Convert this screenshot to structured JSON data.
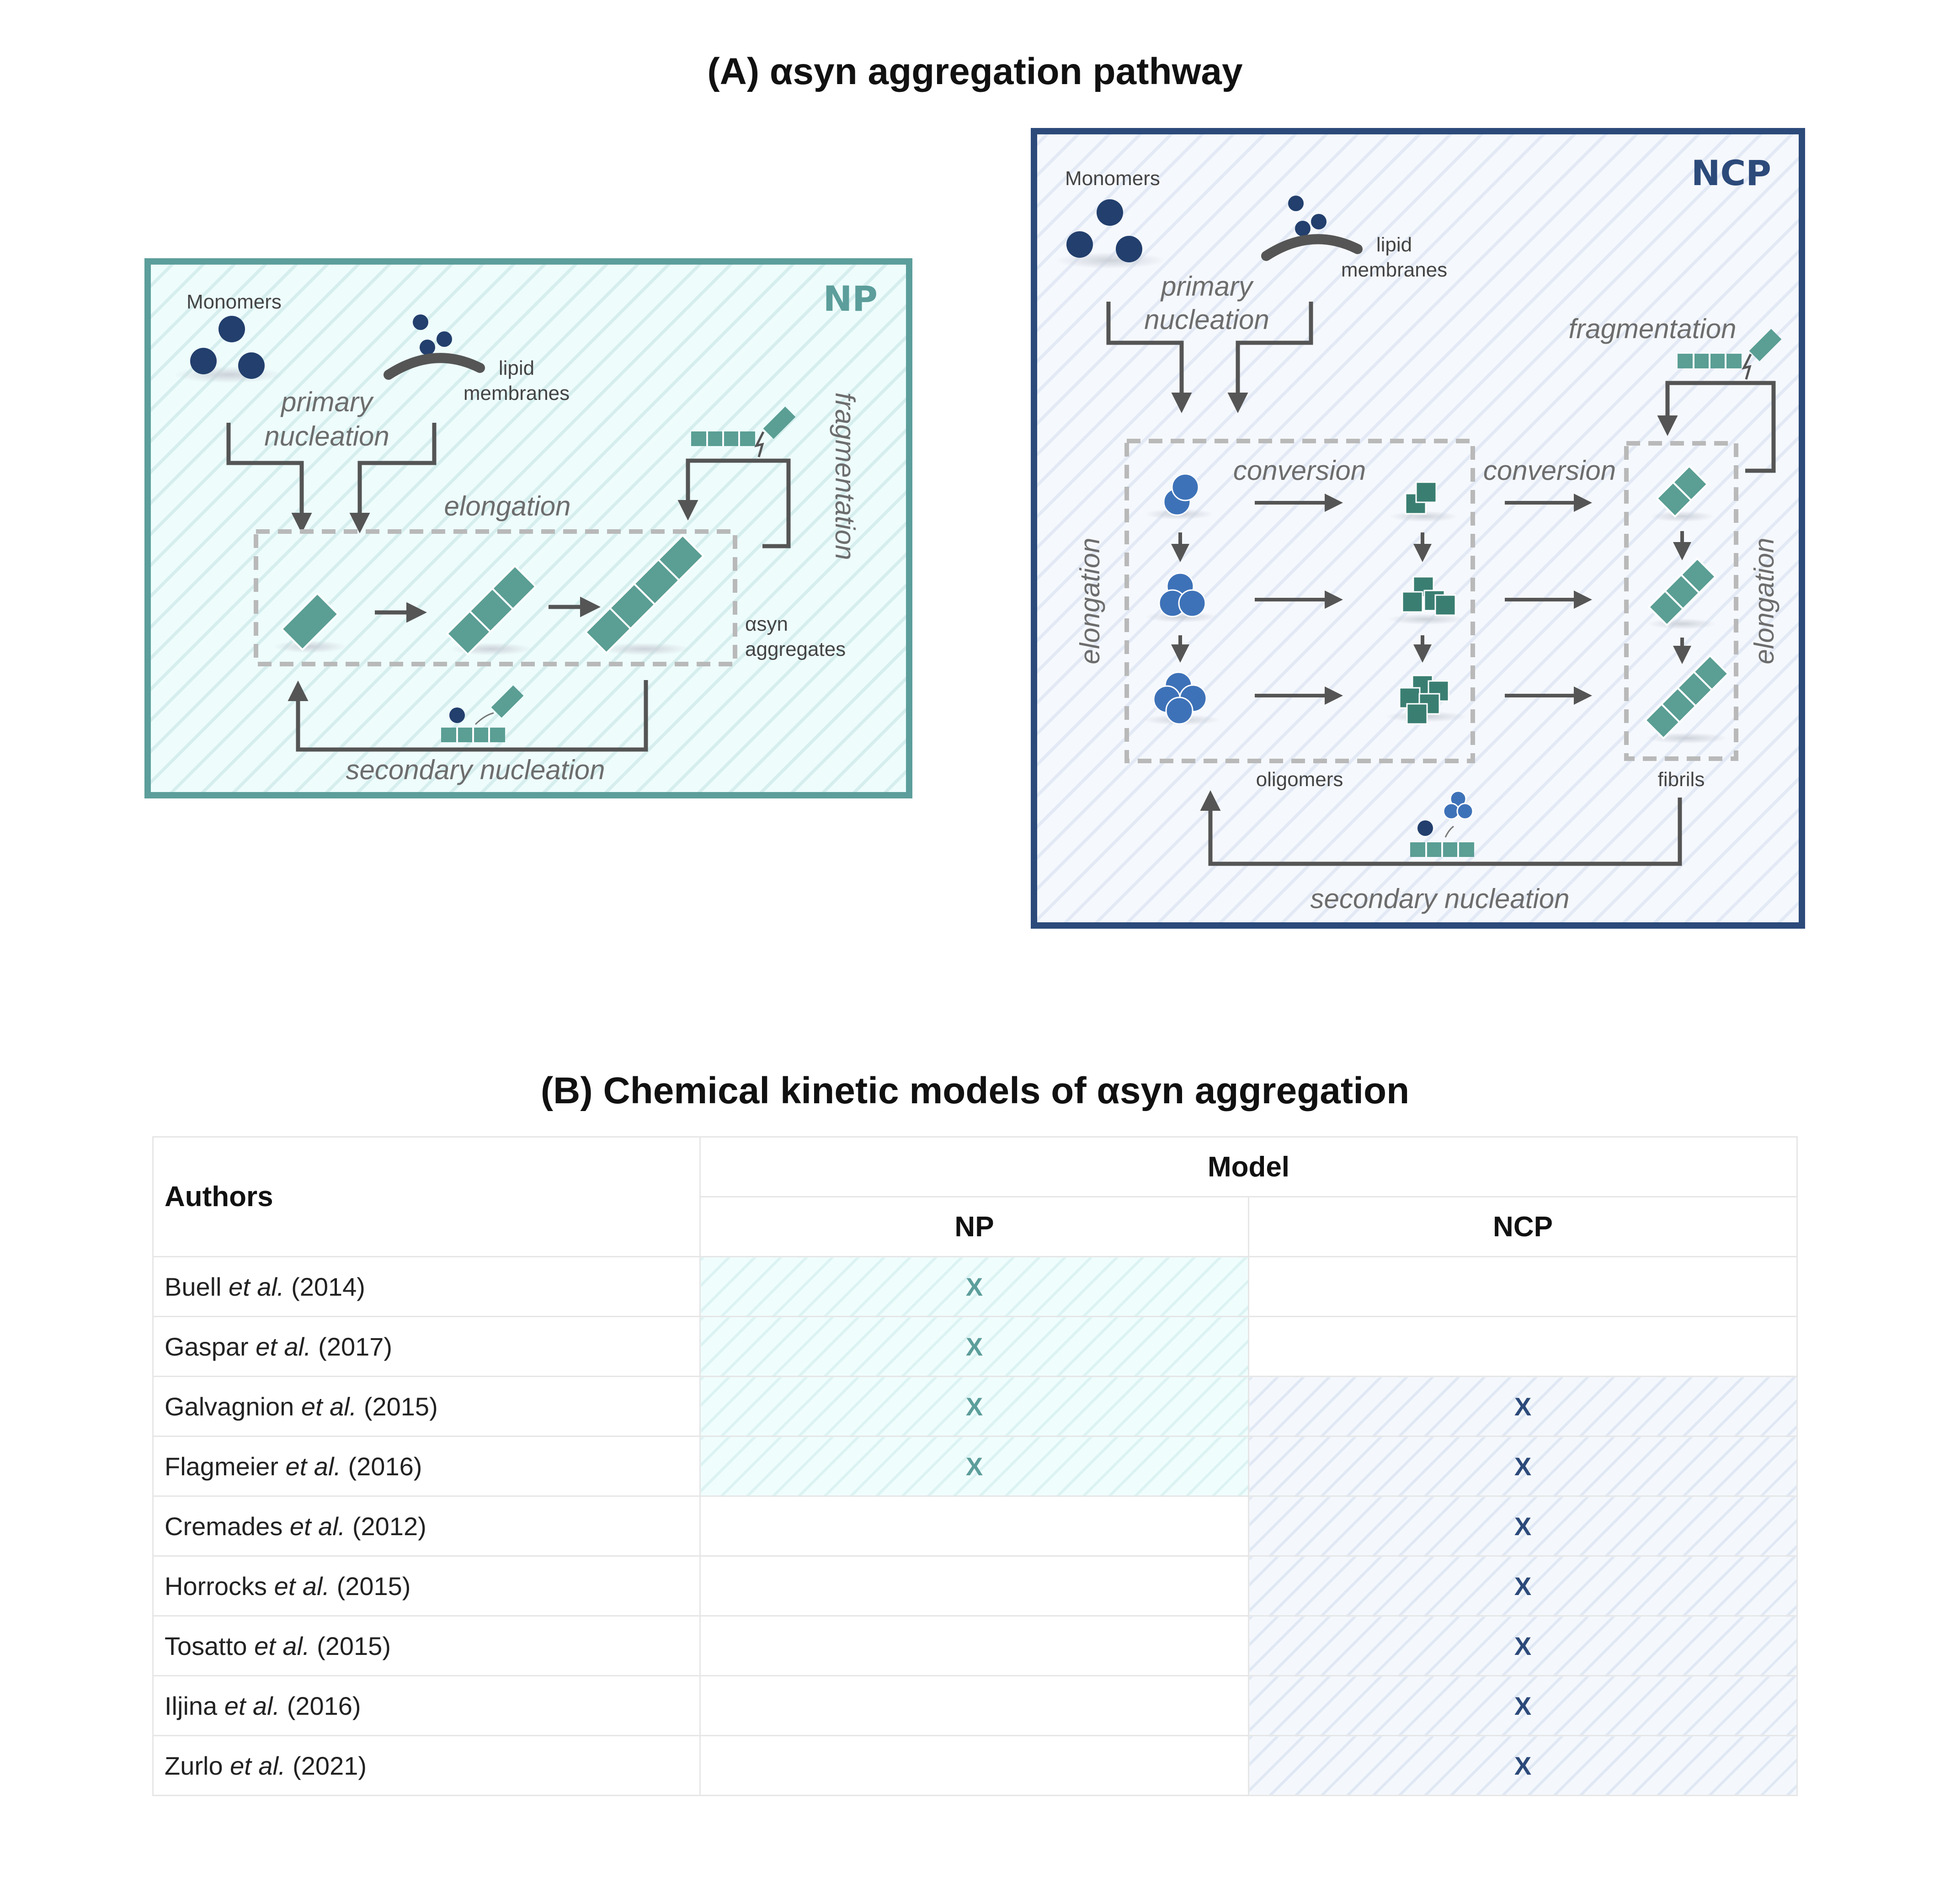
{
  "panel_a": {
    "title": "(A) αsyn aggregation pathway",
    "np": {
      "label": "NP",
      "monomers": "Monomers",
      "lipid_line1": "lipid",
      "lipid_line2": "membranes",
      "primary_line1": "primary",
      "primary_line2": "nucleation",
      "elongation": "elongation",
      "fragmentation": "fragmentation",
      "aggregates_line1": "αsyn",
      "aggregates_line2": "aggregates",
      "secondary": "secondary nucleation",
      "colors": {
        "border": "#5c9e9b",
        "background": "#eefcfc",
        "fibril": "#5a9e94"
      }
    },
    "ncp": {
      "label": "NCP",
      "monomers": "Monomers",
      "lipid_line1": "lipid",
      "lipid_line2": "membranes",
      "primary_line1": "primary",
      "primary_line2": "nucleation",
      "fragmentation": "fragmentation",
      "conversion_1": "conversion",
      "conversion_2": "conversion",
      "elongation_left": "elongation",
      "elongation_right": "elongation",
      "oligomers": "oligomers",
      "fibrils": "fibrils",
      "secondary": "secondary nucleation",
      "colors": {
        "border": "#2c4a7a",
        "background": "#f4f8fd",
        "monomer": "#223f6d",
        "oligomer": "#3e72b8",
        "fibril": "#5a9e94"
      }
    }
  },
  "panel_b": {
    "title": "(B) Chemical kinetic models of αsyn aggregation",
    "headers": {
      "authors": "Authors",
      "model": "Model",
      "np": "NP",
      "ncp": "NCP"
    },
    "mark": "X",
    "rows": [
      {
        "name": "Buell",
        "etal": "et al.",
        "year": "(2014)",
        "np": true,
        "ncp": false
      },
      {
        "name": "Gaspar",
        "etal": "et al.",
        "year": "(2017)",
        "np": true,
        "ncp": false
      },
      {
        "name": "Galvagnion",
        "etal": "et al.",
        "year": "(2015)",
        "np": true,
        "ncp": true
      },
      {
        "name": "Flagmeier",
        "etal": "et al.",
        "year": "(2016)",
        "np": true,
        "ncp": true
      },
      {
        "name": "Cremades",
        "etal": "et al.",
        "year": "(2012)",
        "np": false,
        "ncp": true
      },
      {
        "name": "Horrocks",
        "etal": "et al.",
        "year": "(2015)",
        "np": false,
        "ncp": true
      },
      {
        "name": "Tosatto",
        "etal": "et al.",
        "year": "(2015)",
        "np": false,
        "ncp": true
      },
      {
        "name": "Iljina",
        "etal": "et al.",
        "year": "(2016)",
        "np": false,
        "ncp": true
      },
      {
        "name": "Zurlo",
        "etal": "et al.",
        "year": "(2021)",
        "np": false,
        "ncp": true
      }
    ]
  }
}
